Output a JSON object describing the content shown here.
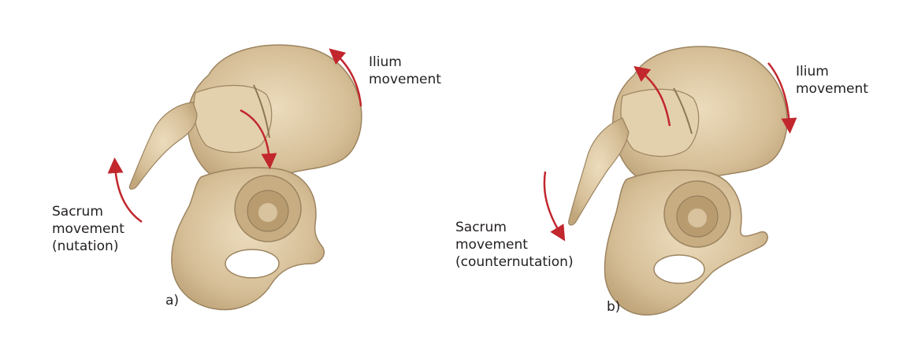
{
  "colors": {
    "bone_fill": "#d9c39e",
    "bone_shade": "#bfa57c",
    "bone_light": "#ead9b9",
    "bone_outline": "#9c8460",
    "arrow": "#c1272d",
    "text": "#231f20"
  },
  "panels": [
    {
      "letter": "a)",
      "ilium_label": [
        "Ilium",
        "movement"
      ],
      "sacrum_label": [
        "Sacrum",
        "movement",
        "(nutation)"
      ]
    },
    {
      "letter": "b)",
      "ilium_label": [
        "Ilium",
        "movement"
      ],
      "sacrum_label": [
        "Sacrum",
        "movement",
        "(counternutation)"
      ]
    }
  ]
}
